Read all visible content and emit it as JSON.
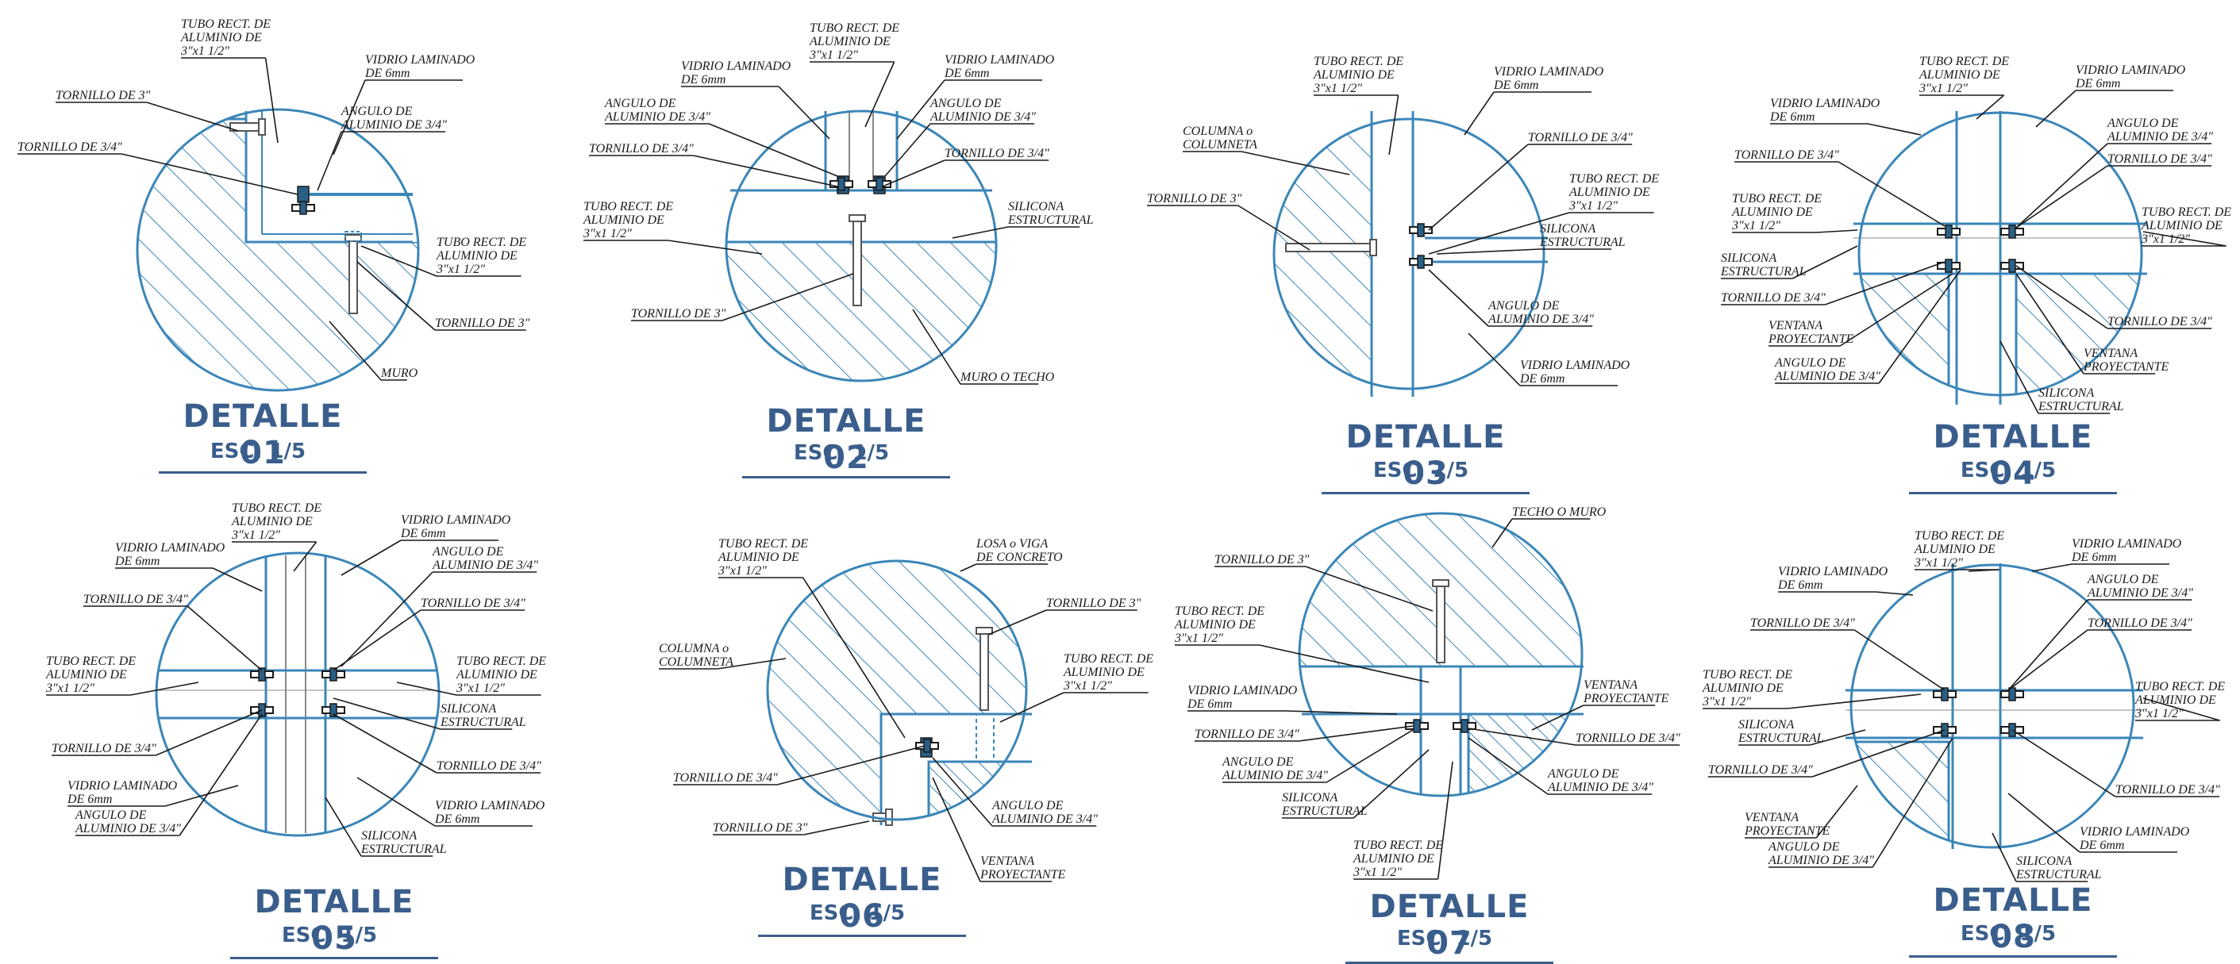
{
  "details": [
    {
      "id": "d1",
      "title": "DETALLE 01",
      "scale": "ESC. 1/5",
      "labels": [
        {
          "text": "TUBO RECT. DE\nALUMINIO DE\n3\"x1 1/2\""
        },
        {
          "text": "VIDRIO LAMINADO\nDE 6mm"
        },
        {
          "text": "TORNILLO DE 3\""
        },
        {
          "text": "ANGULO DE\nALUMINIO DE 3/4\""
        },
        {
          "text": "TORNILLO DE 3/4\""
        },
        {
          "text": "TUBO RECT. DE\nALUMINIO DE\n3\"x1 1/2\""
        },
        {
          "text": "TORNILLO DE 3\""
        },
        {
          "text": "MURO"
        }
      ]
    },
    {
      "id": "d2",
      "title": "DETALLE 02",
      "scale": "ESC. 1/5",
      "labels": [
        {
          "text": "TUBO RECT. DE\nALUMINIO DE\n3\"x1 1/2\""
        },
        {
          "text": "VIDRIO LAMINADO\nDE 6mm"
        },
        {
          "text": "VIDRIO LAMINADO\nDE 6mm"
        },
        {
          "text": "ANGULO DE\nALUMINIO DE 3/4\""
        },
        {
          "text": "ANGULO DE\nALUMINIO DE 3/4\""
        },
        {
          "text": "TORNILLO DE 3/4\""
        },
        {
          "text": "TORNILLO DE 3/4\""
        },
        {
          "text": "TUBO RECT. DE\nALUMINIO DE\n3\"x1 1/2\""
        },
        {
          "text": "SILICONA\nESTRUCTURAL"
        },
        {
          "text": "TORNILLO DE 3\""
        },
        {
          "text": "MURO O TECHO"
        }
      ]
    },
    {
      "id": "d3",
      "title": "DETALLE 03",
      "scale": "ESC. 1/5",
      "labels": [
        {
          "text": "TUBO RECT. DE\nALUMINIO DE\n3\"x1 1/2\""
        },
        {
          "text": "VIDRIO LAMINADO\nDE 6mm"
        },
        {
          "text": "COLUMNA o\nCOLUMNETA"
        },
        {
          "text": "TORNILLO DE 3/4\""
        },
        {
          "text": "TORNILLO DE 3\""
        },
        {
          "text": "TUBO RECT. DE\nALUMINIO DE\n3\"x1 1/2\""
        },
        {
          "text": "SILICONA\nESTRUCTURAL"
        },
        {
          "text": "ANGULO DE\nALUMINIO DE 3/4\""
        },
        {
          "text": "VIDRIO LAMINADO\nDE 6mm"
        }
      ]
    },
    {
      "id": "d4",
      "title": "DETALLE 04",
      "scale": "ESC. 1/5",
      "labels": [
        {
          "text": "TUBO RECT. DE\nALUMINIO DE\n3\"x1 1/2\""
        },
        {
          "text": "VIDRIO LAMINADO\nDE 6mm"
        },
        {
          "text": "VIDRIO LAMINADO\nDE 6mm"
        },
        {
          "text": "ANGULO DE\nALUMINIO DE 3/4\""
        },
        {
          "text": "TORNILLO DE 3/4\""
        },
        {
          "text": "TORNILLO DE 3/4\""
        },
        {
          "text": "TUBO RECT. DE\nALUMINIO DE\n3\"x1 1/2\""
        },
        {
          "text": "TUBO RECT. DE\nALUMINIO DE\n3\"x1 1/2\""
        },
        {
          "text": "SILICONA\nESTRUCTURAL"
        },
        {
          "text": "TORNILLO DE 3/4\""
        },
        {
          "text": "TORNILLO DE 3/4\""
        },
        {
          "text": "VENTANA\nPROYECTANTE"
        },
        {
          "text": "VENTANA\nPROYECTANTE"
        },
        {
          "text": "ANGULO DE\nALUMINIO DE 3/4\""
        },
        {
          "text": "SILICONA\nESTRUCTURAL"
        }
      ]
    },
    {
      "id": "d5",
      "title": "DETALLE 05",
      "scale": "ESC. 1/5",
      "labels": [
        {
          "text": "TUBO RECT. DE\nALUMINIO DE\n3\"x1 1/2\""
        },
        {
          "text": "VIDRIO LAMINADO\nDE 6mm"
        },
        {
          "text": "VIDRIO LAMINADO\nDE 6mm"
        },
        {
          "text": "ANGULO DE\nALUMINIO DE 3/4\""
        },
        {
          "text": "TORNILLO DE 3/4\""
        },
        {
          "text": "TORNILLO DE 3/4\""
        },
        {
          "text": "TUBO RECT. DE\nALUMINIO DE\n3\"x1 1/2\""
        },
        {
          "text": "TUBO RECT. DE\nALUMINIO DE\n3\"x1 1/2\""
        },
        {
          "text": "SILICONA\nESTRUCTURAL"
        },
        {
          "text": "TORNILLO DE 3/4\""
        },
        {
          "text": "TORNILLO DE 3/4\""
        },
        {
          "text": "VIDRIO LAMINADO\nDE 6mm"
        },
        {
          "text": "VIDRIO LAMINADO\nDE 6mm"
        },
        {
          "text": "ANGULO DE\nALUMINIO DE 3/4\""
        },
        {
          "text": "SILICONA\nESTRUCTURAL"
        }
      ]
    },
    {
      "id": "d6",
      "title": "DETALLE 06",
      "scale": "ESC. 1/5",
      "labels": [
        {
          "text": "TUBO RECT. DE\nALUMINIO DE\n3\"x1 1/2\""
        },
        {
          "text": "LOSA o VIGA\nDE CONCRETO"
        },
        {
          "text": "TORNILLO DE 3\""
        },
        {
          "text": "COLUMNA o\nCOLUMNETA"
        },
        {
          "text": "TUBO RECT. DE\nALUMINIO DE\n3\"x1 1/2\""
        },
        {
          "text": "TORNILLO DE 3/4\""
        },
        {
          "text": "TORNILLO DE 3\""
        },
        {
          "text": "ANGULO DE\nALUMINIO DE 3/4\""
        },
        {
          "text": "VENTANA\nPROYECTANTE"
        }
      ]
    },
    {
      "id": "d7",
      "title": "DETALLE 07",
      "scale": "ESC. 1/5",
      "labels": [
        {
          "text": "TECHO O MURO"
        },
        {
          "text": "TORNILLO DE 3\""
        },
        {
          "text": "TUBO RECT. DE\nALUMINIO DE\n3\"x1 1/2\""
        },
        {
          "text": "VIDRIO LAMINADO\nDE 6mm"
        },
        {
          "text": "TORNILLO DE 3/4\""
        },
        {
          "text": "ANGULO DE\nALUMINIO DE 3/4\""
        },
        {
          "text": "SILICONA\nESTRUCTURAL"
        },
        {
          "text": "VENTANA\nPROYECTANTE"
        },
        {
          "text": "TORNILLO DE 3/4\""
        },
        {
          "text": "ANGULO DE\nALUMINIO DE 3/4\""
        },
        {
          "text": "TUBO RECT. DE\nALUMINIO DE\n3\"x1 1/2\""
        }
      ]
    },
    {
      "id": "d8",
      "title": "DETALLE 08",
      "scale": "ESC. 1/5",
      "labels": [
        {
          "text": "TUBO RECT. DE\nALUMINIO DE\n3\"x1 1/2\""
        },
        {
          "text": "VIDRIO LAMINADO\nDE 6mm"
        },
        {
          "text": "VIDRIO LAMINADO\nDE 6mm"
        },
        {
          "text": "ANGULO DE\nALUMINIO DE 3/4\""
        },
        {
          "text": "TORNILLO DE 3/4\""
        },
        {
          "text": "TORNILLO DE 3/4\""
        },
        {
          "text": "TUBO RECT. DE\nALUMINIO DE\n3\"x1 1/2\""
        },
        {
          "text": "TUBO RECT. DE\nALUMINIO DE\n3\"x1 1/2\""
        },
        {
          "text": "SILICONA\nESTRUCTURAL"
        },
        {
          "text": "TORNILLO DE 3/4\""
        },
        {
          "text": "TORNILLO DE 3/4\""
        },
        {
          "text": "VENTANA\nPROYECTANTE"
        },
        {
          "text": "VIDRIO LAMINADO\nDE 6mm"
        },
        {
          "text": "ANGULO DE\nALUMINIO DE 3/4\""
        },
        {
          "text": "SILICONA\nESTRUCTURAL"
        }
      ]
    }
  ]
}
